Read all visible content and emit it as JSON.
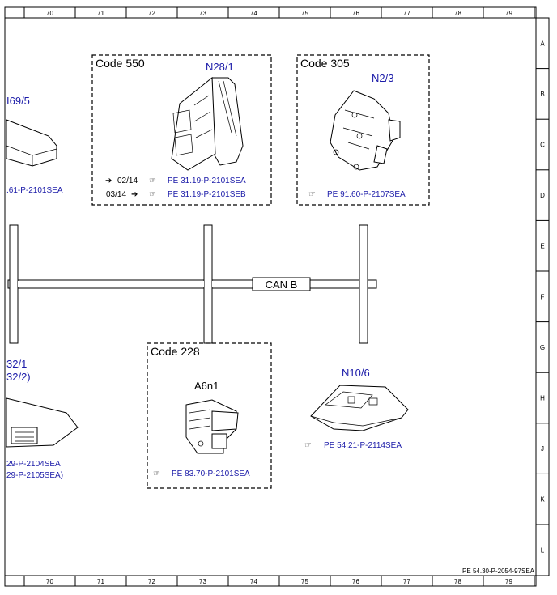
{
  "grid": {
    "columns": [
      "70",
      "71",
      "72",
      "73",
      "74",
      "75",
      "76",
      "77",
      "78",
      "79"
    ],
    "rows": [
      "A",
      "B",
      "C",
      "D",
      "E",
      "F",
      "G",
      "H",
      "J",
      "K",
      "L"
    ]
  },
  "bus_label": "CAN B",
  "left_partial": {
    "top_code": "I69/5",
    "top_ref": ".61-P-2101SEA",
    "bottom_code_line1": "32/1",
    "bottom_code_line2": "32/2)",
    "bottom_ref_line1": "29-P-2104SEA",
    "bottom_ref_line2": "29-P-2105SEA)"
  },
  "box_550": {
    "code": "Code 550",
    "component": "N28/1",
    "row1_date": "02/14",
    "row1_ref": "PE 31.19-P-2101SEA",
    "row2_date": "03/14",
    "row2_ref": "PE 31.19-P-2101SEB"
  },
  "box_305": {
    "code": "Code 305",
    "component": "N2/3",
    "ref": "PE 91.60-P-2107SEA"
  },
  "box_228": {
    "code": "Code 228",
    "component": "A6n1",
    "ref": "PE 83.70-P-2101SEA"
  },
  "n10": {
    "component": "N10/6",
    "ref": "PE 54.21-P-2114SEA"
  },
  "footer_ref": "PE 54.30-P-2054-97SEA",
  "colors": {
    "link_blue": "#1a1aa8",
    "line": "#000000"
  }
}
